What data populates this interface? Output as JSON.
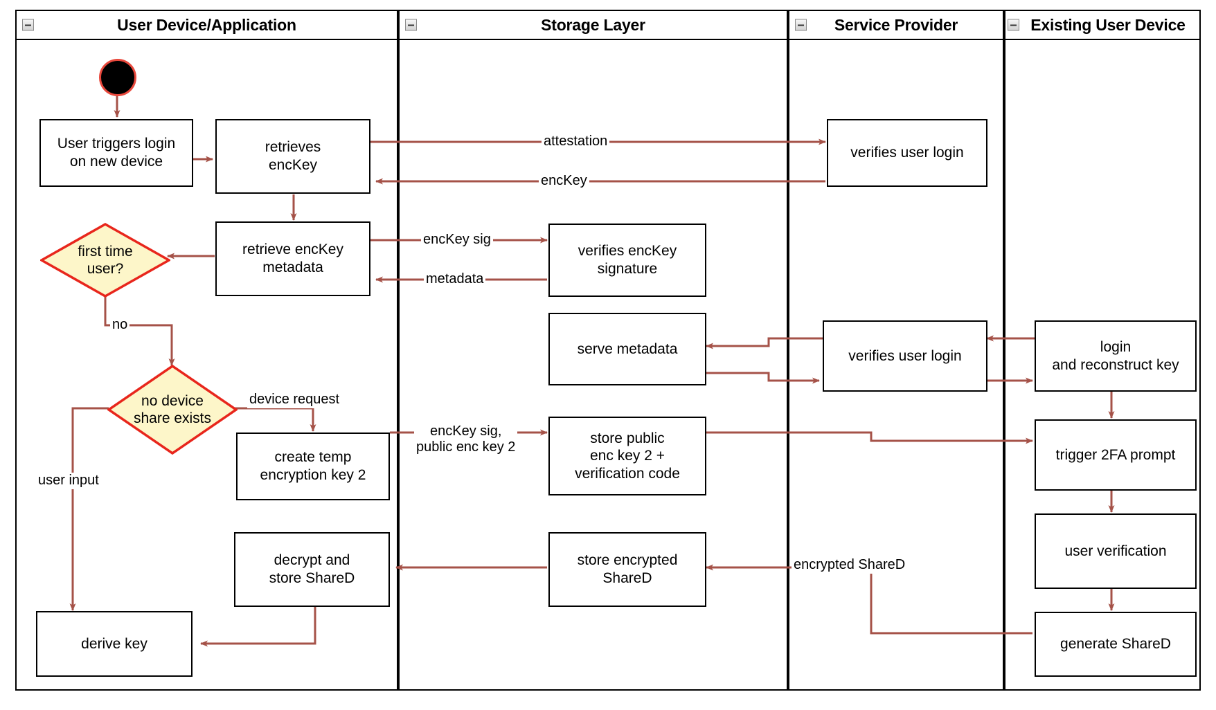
{
  "diagram": {
    "type": "uml-activity-swimlane",
    "title": "",
    "colors": {
      "edge": "#a55248",
      "decision_fill": "#fdf6c9",
      "decision_stroke": "#e8261c",
      "node_stroke": "#000000",
      "start_fill": "#000000",
      "start_stroke": "#e8483c",
      "lane_stroke": "#000000",
      "background": "#ffffff"
    }
  },
  "lanes": [
    {
      "id": "lane-user-device",
      "title": "User Device/Application",
      "collapse_icon": "minus-icon"
    },
    {
      "id": "lane-storage",
      "title": "Storage Layer",
      "collapse_icon": "minus-icon"
    },
    {
      "id": "lane-service",
      "title": "Service Provider",
      "collapse_icon": "minus-icon"
    },
    {
      "id": "lane-existing-device",
      "title": "Existing User Device",
      "collapse_icon": "minus-icon"
    }
  ],
  "nodes": [
    {
      "id": "start",
      "kind": "start",
      "lane": "lane-user-device",
      "label": ""
    },
    {
      "id": "user-triggers",
      "kind": "activity",
      "lane": "lane-user-device",
      "label": "User triggers login\non new device"
    },
    {
      "id": "retrieves-enckey",
      "kind": "activity",
      "lane": "lane-user-device",
      "label": "retrieves\nencKey"
    },
    {
      "id": "retrieve-meta",
      "kind": "activity",
      "lane": "lane-user-device",
      "label": "retrieve encKey\nmetadata"
    },
    {
      "id": "first-time-user",
      "kind": "decision",
      "lane": "lane-user-device",
      "label": "first time\nuser?"
    },
    {
      "id": "no-device-share",
      "kind": "decision",
      "lane": "lane-user-device",
      "label": "no device\nshare exists"
    },
    {
      "id": "create-temp-key",
      "kind": "activity",
      "lane": "lane-user-device",
      "label": "create temp\nencryption key 2"
    },
    {
      "id": "decrypt-store",
      "kind": "activity",
      "lane": "lane-user-device",
      "label": "decrypt and\nstore ShareD"
    },
    {
      "id": "derive-key",
      "kind": "activity",
      "lane": "lane-user-device",
      "label": "derive key"
    },
    {
      "id": "verifies-sig",
      "kind": "activity",
      "lane": "lane-storage",
      "label": "verifies encKey\nsignature"
    },
    {
      "id": "serve-metadata",
      "kind": "activity",
      "lane": "lane-storage",
      "label": "serve metadata"
    },
    {
      "id": "store-public-key",
      "kind": "activity",
      "lane": "lane-storage",
      "label": "store public\nenc key 2 +\nverification code"
    },
    {
      "id": "store-enc-shared",
      "kind": "activity",
      "lane": "lane-storage",
      "label": "store encrypted\nShareD"
    },
    {
      "id": "verifies-login-1",
      "kind": "activity",
      "lane": "lane-service",
      "label": "verifies user login"
    },
    {
      "id": "verifies-login-2",
      "kind": "activity",
      "lane": "lane-service",
      "label": "verifies user login"
    },
    {
      "id": "login-reconstruct",
      "kind": "activity",
      "lane": "lane-existing-device",
      "label": "login\nand reconstruct key"
    },
    {
      "id": "trigger-2fa",
      "kind": "activity",
      "lane": "lane-existing-device",
      "label": "trigger 2FA prompt"
    },
    {
      "id": "user-verification",
      "kind": "activity",
      "lane": "lane-existing-device",
      "label": "user verification"
    },
    {
      "id": "generate-shared",
      "kind": "activity",
      "lane": "lane-existing-device",
      "label": "generate ShareD"
    }
  ],
  "edge_labels": [
    {
      "id": "lbl-attestation",
      "text": "attestation"
    },
    {
      "id": "lbl-enckey",
      "text": "encKey"
    },
    {
      "id": "lbl-enckey-sig",
      "text": "encKey sig"
    },
    {
      "id": "lbl-metadata",
      "text": "metadata"
    },
    {
      "id": "lbl-no",
      "text": "no"
    },
    {
      "id": "lbl-device-request",
      "text": "device request"
    },
    {
      "id": "lbl-user-input",
      "text": "user input"
    },
    {
      "id": "lbl-enckey-sig-pub",
      "text": "encKey sig,\npublic enc key 2"
    },
    {
      "id": "lbl-encrypted-shared",
      "text": "encrypted ShareD"
    }
  ]
}
